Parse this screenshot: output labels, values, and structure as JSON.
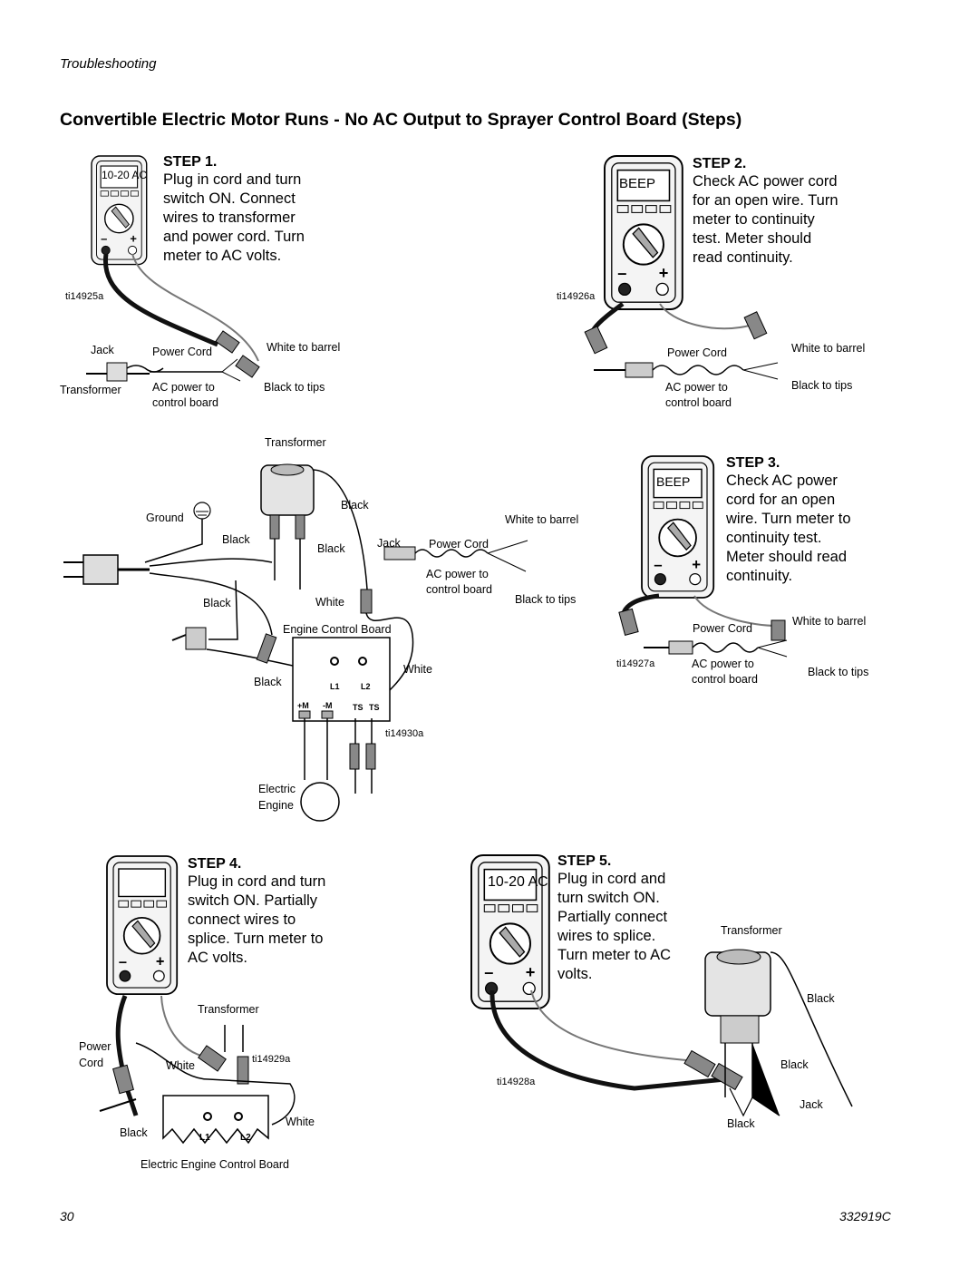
{
  "header": {
    "section": "Troubleshooting"
  },
  "title": "Convertible Electric Motor Runs - No AC Output to Sprayer Control Board (Steps)",
  "steps": [
    {
      "label": "STEP 1.",
      "lines": [
        "Plug in cord and turn",
        "switch ON. Connect",
        "wires to transformer",
        "and power cord. Turn",
        "meter to AC volts."
      ],
      "meter_display": "10-20 AC",
      "ref": "ti14925a"
    },
    {
      "label": "STEP 2.",
      "lines": [
        "Check AC power cord",
        "for an open wire. Turn",
        "meter to continuity",
        "test. Meter should",
        "read continuity."
      ],
      "meter_display": "BEEP",
      "ref": "ti14926a"
    },
    {
      "label": "STEP 3.",
      "lines": [
        "Check AC power",
        "cord for an open",
        "wire. Turn meter to",
        "continuity test.",
        "Meter should read",
        "continuity."
      ],
      "meter_display": "BEEP",
      "ref": "ti14927a"
    },
    {
      "label": "STEP 4.",
      "lines": [
        "Plug in cord and turn",
        "switch ON. Partially",
        "connect wires to",
        "splice. Turn meter to",
        "AC volts."
      ],
      "meter_display": "",
      "ref": "ti14929a"
    },
    {
      "label": "STEP 5.",
      "lines": [
        "Plug in cord and",
        "turn switch ON.",
        "Partially connect",
        "wires to splice.",
        "Turn meter to AC",
        "volts."
      ],
      "meter_display": "10-20 AC",
      "ref": "ti14928a"
    }
  ],
  "labels": {
    "jack": "Jack",
    "power_cord": "Power Cord",
    "white_to_barrel": "White to barrel",
    "black_to_tips": "Black to tips",
    "transformer": "Transformer",
    "ac_power_to": "AC power to",
    "control_board": "control board",
    "black": "Black",
    "white": "White",
    "ground": "Ground",
    "engine_control_board": "Engine Control Board",
    "electric": "Electric",
    "engine": "Engine",
    "power": "Power",
    "cord": "Cord",
    "electric_engine_control_board": "Electric Engine Control Board",
    "l1": "L1",
    "l2": "L2",
    "plus_m": "+M",
    "minus_m": "-M",
    "ts": "TS",
    "ref_center": "ti14930a"
  },
  "footer": {
    "page_number": "30",
    "doc_number": "332919C"
  }
}
